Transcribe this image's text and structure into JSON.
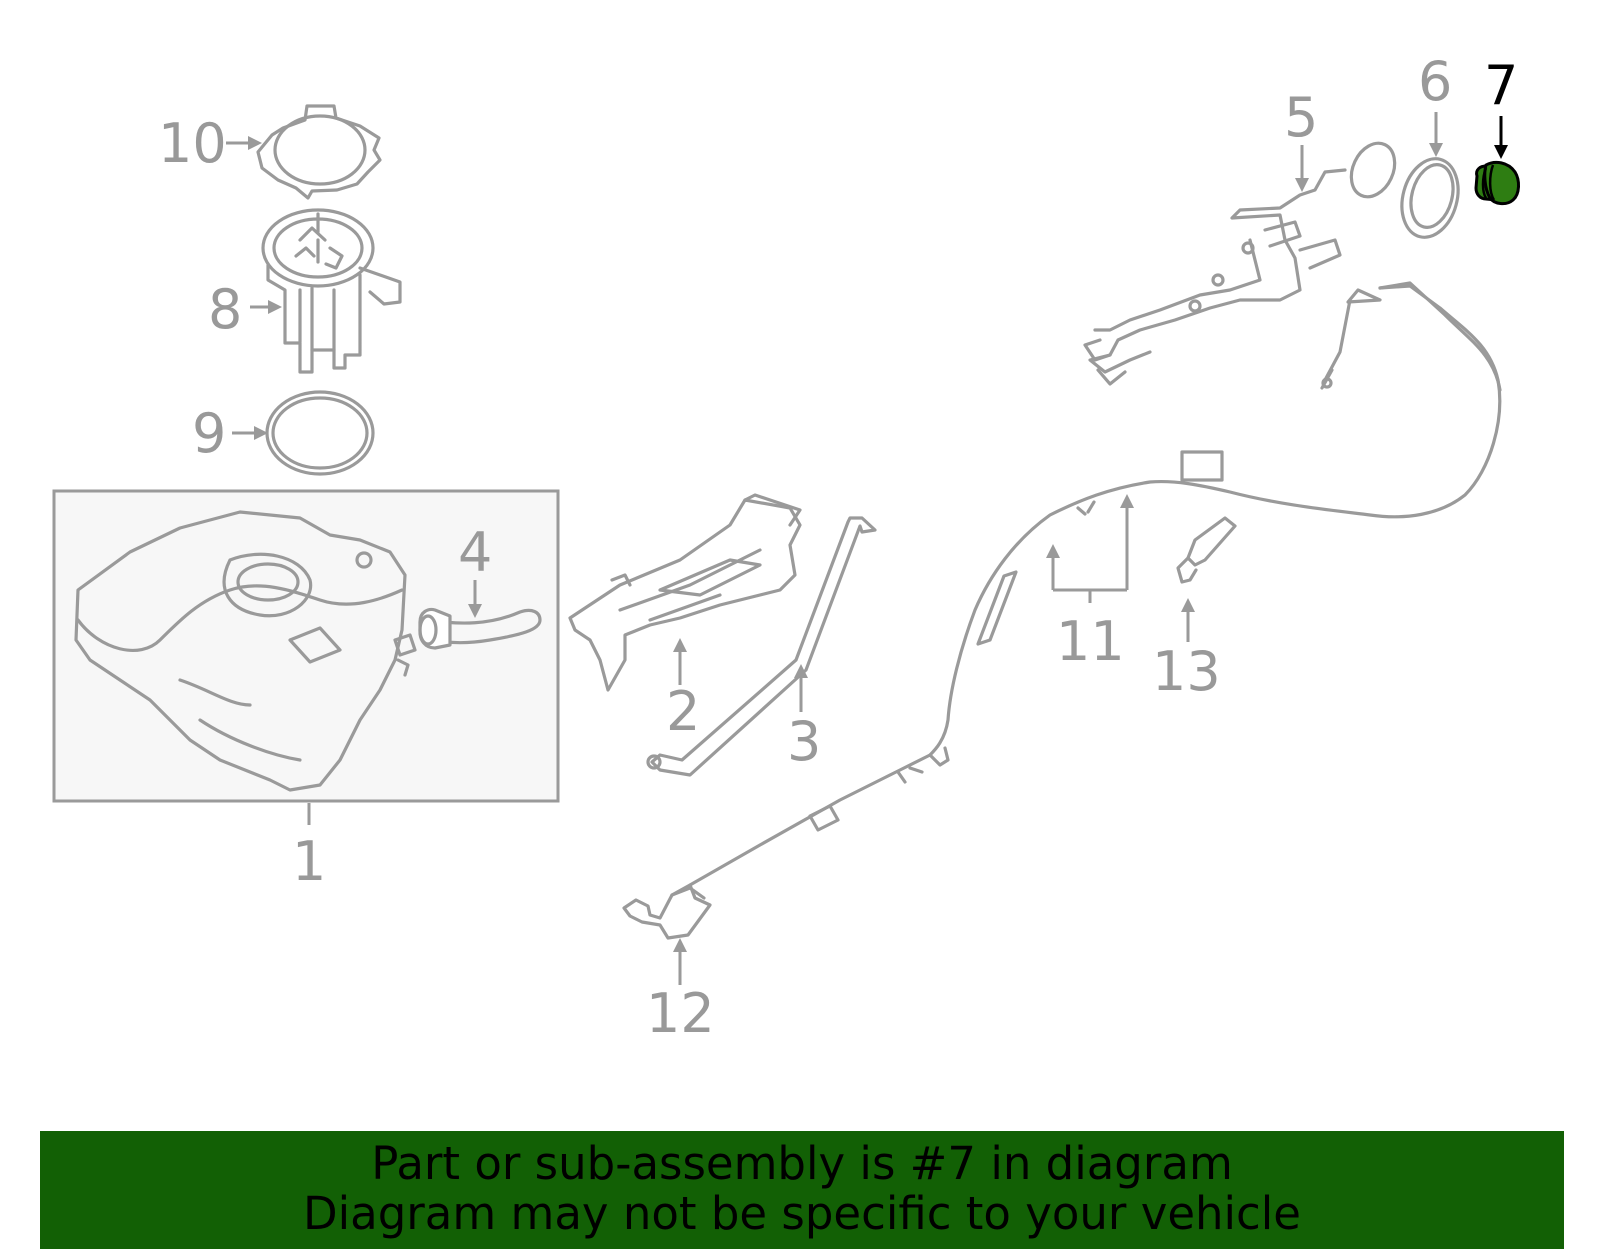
{
  "callouts": [
    {
      "id": "1",
      "text": "1"
    },
    {
      "id": "2",
      "text": "2"
    },
    {
      "id": "3",
      "text": "3"
    },
    {
      "id": "4",
      "text": "4"
    },
    {
      "id": "5",
      "text": "5"
    },
    {
      "id": "6",
      "text": "6"
    },
    {
      "id": "7",
      "text": "7",
      "highlighted": true
    },
    {
      "id": "8",
      "text": "8"
    },
    {
      "id": "9",
      "text": "9"
    },
    {
      "id": "10",
      "text": "10"
    },
    {
      "id": "11",
      "text": "11"
    },
    {
      "id": "12",
      "text": "12"
    },
    {
      "id": "13",
      "text": "13"
    }
  ],
  "banner": {
    "line1": "Part or sub-assembly is #7 in diagram",
    "line2": "Diagram may not be specific to your vehicle"
  },
  "colors": {
    "highlight_part": "#2e7d12",
    "banner_bg": "#126005",
    "line_gray": "#9a9a9a"
  }
}
